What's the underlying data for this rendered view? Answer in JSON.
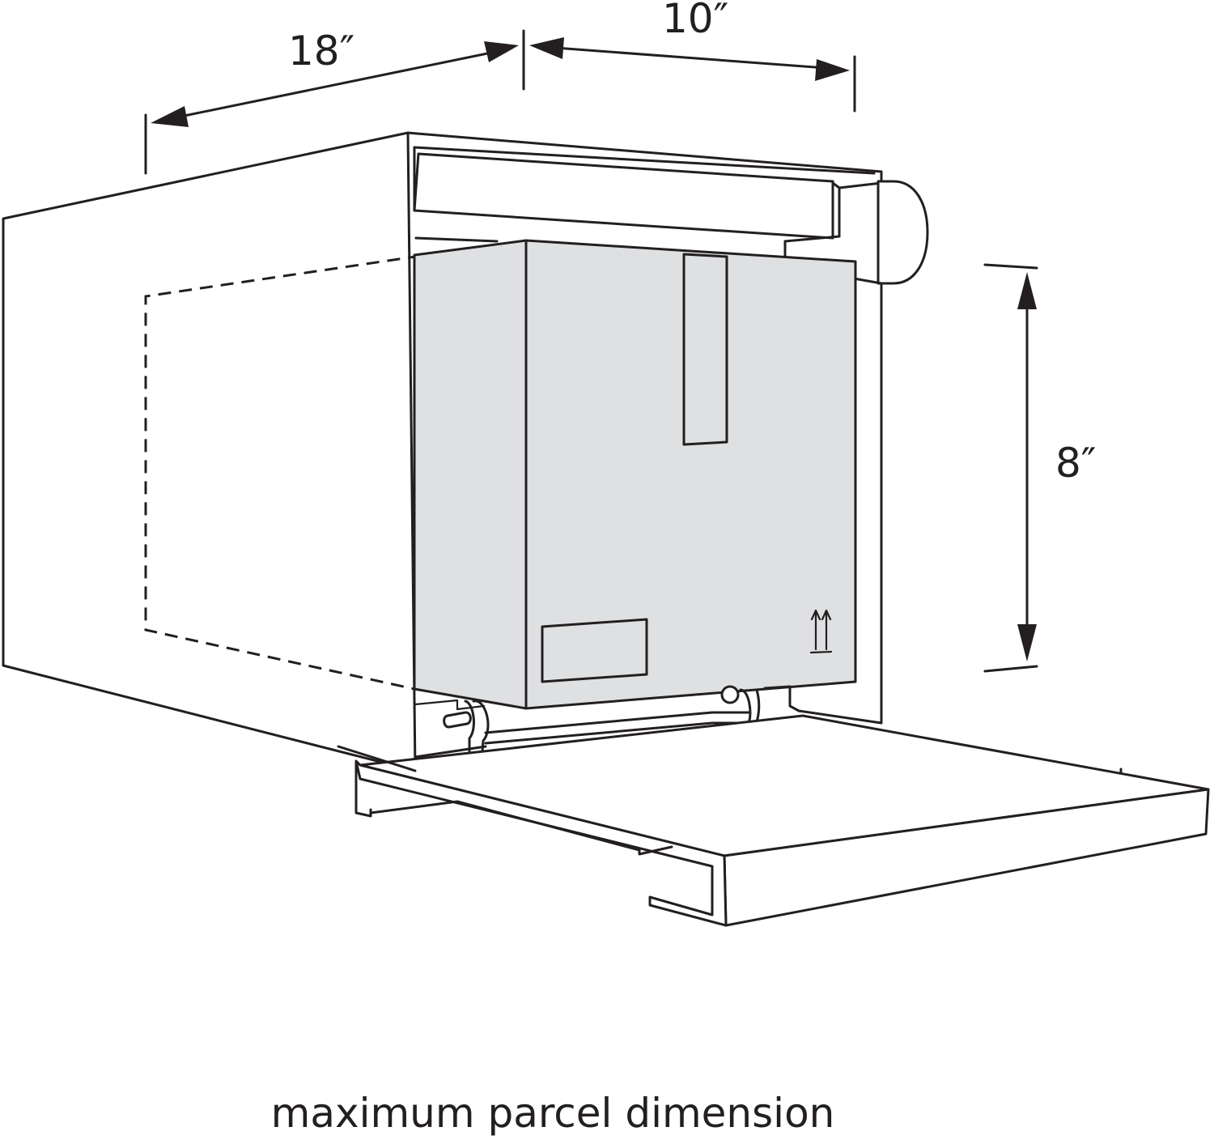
{
  "dimensions": {
    "depth": "18″",
    "width": "10″",
    "height": "8″"
  },
  "caption": "maximum parcel dimension",
  "colors": {
    "line": "#231f20",
    "parcel_fill": "#dfe0e2",
    "background": "#ffffff"
  }
}
